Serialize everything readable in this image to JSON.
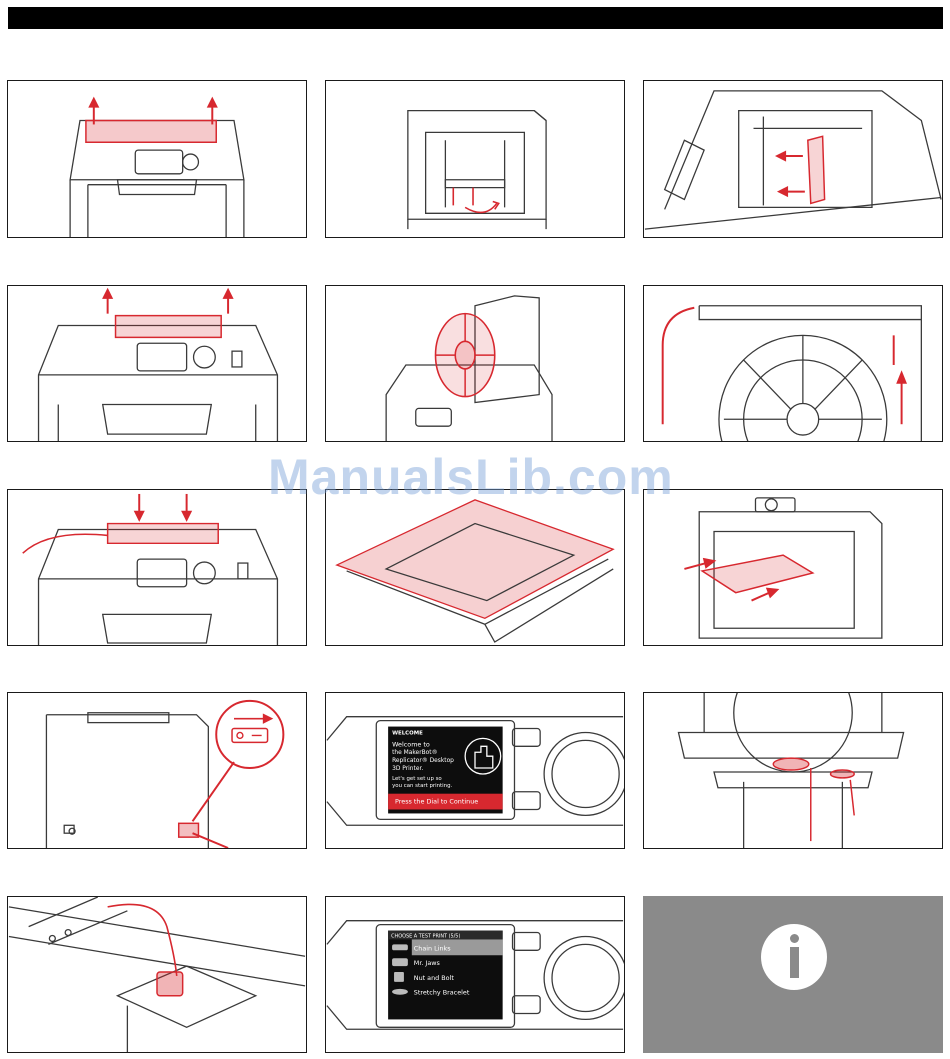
{
  "watermark": "ManualsLib.com",
  "colors": {
    "accent": "#d7282f",
    "line": "#3a3a3a",
    "info_bg": "#8a8a8a"
  },
  "welcome_screen": {
    "title": "WELCOME",
    "line1": "Welcome to",
    "line2": "the MakerBot®",
    "line3": "Replicator® Desktop",
    "line4": "3D Printer.",
    "line5": "Let's get set up so",
    "line6": "you can start printing.",
    "button": "Press the Dial to Continue"
  },
  "test_print_screen": {
    "title": "CHOOSE A TEST PRINT (5/5)",
    "items": [
      "Chain Links",
      "Mr. Jaws",
      "Nut and Bolt",
      "Stretchy Bracelet"
    ]
  },
  "info_icon": "info-icon"
}
